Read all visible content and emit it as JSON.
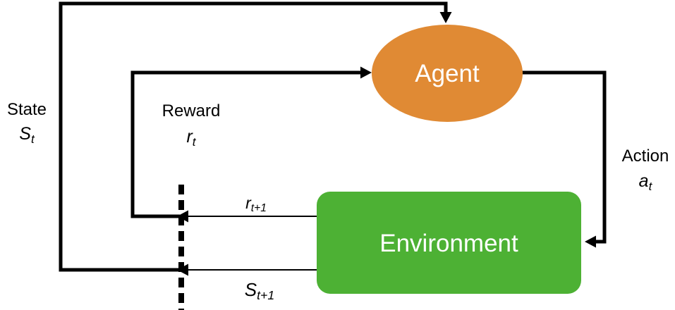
{
  "diagram": {
    "type": "flow-diagram",
    "topic": "reinforcement-learning agent-environment loop",
    "colors": {
      "agent_fill": "#E08A34",
      "environment_fill": "#4DB134",
      "node_text": "#FFFFFF",
      "line": "#000000",
      "background": "#FFFFFF"
    },
    "nodes": {
      "agent": {
        "label": "Agent",
        "shape": "ellipse"
      },
      "environment": {
        "label": "Environment",
        "shape": "rounded-rect"
      }
    },
    "labels": {
      "state": {
        "word": "State",
        "symbol": "S",
        "sub": "t"
      },
      "reward": {
        "word": "Reward",
        "symbol": "r",
        "sub": "t"
      },
      "action": {
        "word": "Action",
        "symbol": "a",
        "sub": "t"
      },
      "reward_next": {
        "symbol": "r",
        "sub": "t+1"
      },
      "state_next": {
        "symbol": "S",
        "sub": "t+1"
      }
    },
    "edges": [
      {
        "name": "state-feedback",
        "from": "environment",
        "to": "agent",
        "label": "State S_t / S_t+1"
      },
      {
        "name": "reward-feedback",
        "from": "environment",
        "to": "agent",
        "label": "Reward r_t / r_t+1"
      },
      {
        "name": "action",
        "from": "agent",
        "to": "environment",
        "label": "Action a_t"
      }
    ],
    "time_boundary": {
      "style": "dashed-vertical-line"
    }
  }
}
